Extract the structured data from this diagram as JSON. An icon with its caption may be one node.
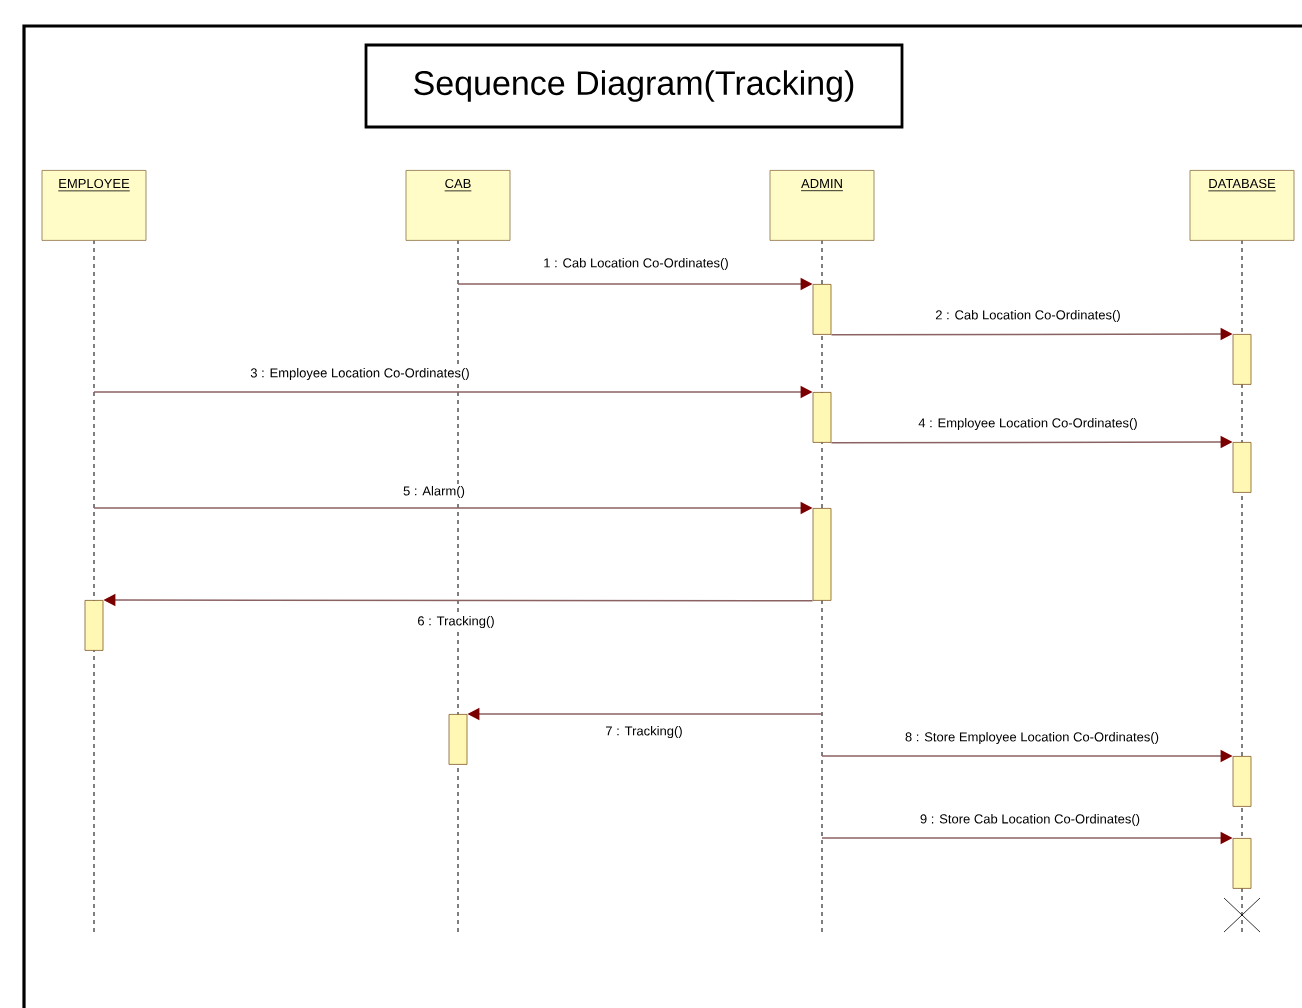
{
  "diagram": {
    "title": "Sequence Diagram(Tracking)",
    "nodes": [
      {
        "text": [
          "EMPLOYEE"
        ]
      },
      {
        "text": [
          "CAB"
        ]
      },
      {
        "text": [
          "ADMIN"
        ]
      },
      {
        "text": [
          "DATABASE"
        ]
      },
      {
        "text": [],
        "shape": "bar",
        "in": 2
      },
      {
        "text": [],
        "shape": "bar",
        "in": 3
      },
      {
        "text": [],
        "shape": "bar",
        "in": 2
      },
      {
        "text": [],
        "shape": "bar",
        "in": 3
      },
      {
        "text": [],
        "shape": "bar",
        "in": 2
      },
      {
        "text": [],
        "shape": "bar",
        "in": 0
      },
      {
        "text": [],
        "shape": "bar",
        "in": 1
      },
      {
        "text": [],
        "shape": "bar",
        "in": 3
      },
      {
        "text": [],
        "shape": "bar",
        "in": 3
      }
    ],
    "edges": [
      {
        "from": 1,
        "to": 4,
        "arrow": "to",
        "label": "1 : Cab Location Co-Ordinates()"
      },
      {
        "from": 4,
        "to": 5,
        "arrow": "to",
        "label": "2 : Cab Location Co-Ordinates()"
      },
      {
        "from": 0,
        "to": 6,
        "arrow": "to",
        "label": "3 : Employee Location Co-Ordinates()"
      },
      {
        "from": 6,
        "to": 7,
        "arrow": "to",
        "label": "4 : Employee Location Co-Ordinates()"
      },
      {
        "from": 0,
        "to": 8,
        "arrow": "to",
        "label": "5 : Alarm()"
      },
      {
        "from": 8,
        "to": 9,
        "arrow": "to",
        "label": "6 : Tracking()"
      },
      {
        "from": 2,
        "to": 10,
        "arrow": "to",
        "label": "7 : Tracking()"
      },
      {
        "from": 2,
        "to": 11,
        "arrow": "to",
        "label": "8 : Store Employee Location Co-Ordinates()"
      },
      {
        "from": 2,
        "to": 12,
        "arrow": "to",
        "label": "9 : Store Cab Location Co-Ordinates()"
      }
    ]
  }
}
